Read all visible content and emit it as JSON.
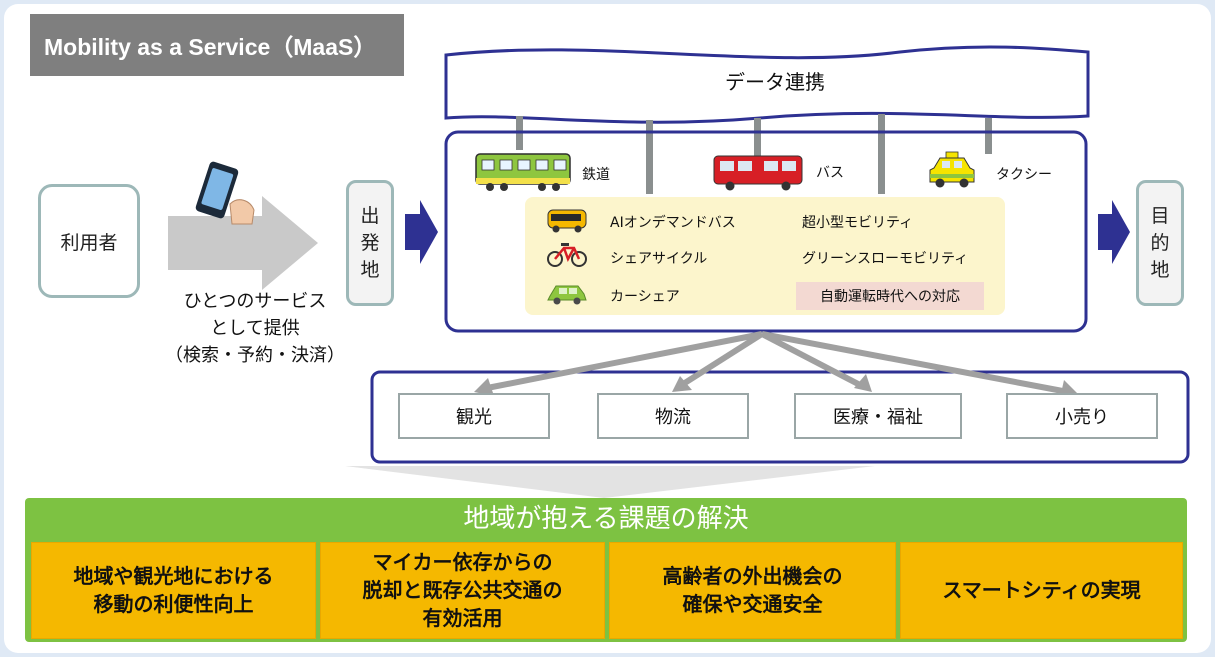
{
  "title": "Mobility as a Service（MaaS）",
  "user": {
    "label": "利用者"
  },
  "service": {
    "lines": [
      "ひとつのサービス",
      "として提供",
      "（検索・予約・決済）"
    ]
  },
  "origin": {
    "chars": [
      "出",
      "発",
      "地"
    ]
  },
  "destination": {
    "chars": [
      "目",
      "的",
      "地"
    ]
  },
  "data_link": {
    "label": "データ連携"
  },
  "modes": [
    {
      "label": "鉄道",
      "icon": "train-icon"
    },
    {
      "label": "バス",
      "icon": "bus-icon"
    },
    {
      "label": "タクシー",
      "icon": "taxi-icon"
    }
  ],
  "services": [
    {
      "label": "AIオンデマンドバス",
      "icon": "ai-bus-icon"
    },
    {
      "label": "超小型モビリティ"
    },
    {
      "label": "シェアサイクル",
      "icon": "bicycle-icon"
    },
    {
      "label": "グリーンスローモビリティ"
    },
    {
      "label": "カーシェア",
      "icon": "car-share-icon"
    }
  ],
  "auto_driving": {
    "label": "自動運転時代への対応"
  },
  "fields": [
    "観光",
    "物流",
    "医療・福祉",
    "小売り"
  ],
  "solution": {
    "title": "地域が抱える課題の解決",
    "issues": [
      [
        "地域や観光地における",
        "移動の利便性向上"
      ],
      [
        "マイカー依存からの",
        "脱却と既存公共交通の",
        "有効活用"
      ],
      [
        "高齢者の外出機会の",
        "確保や交通安全"
      ],
      [
        "スマートシティの実現"
      ]
    ]
  },
  "colors": {
    "title_bg": "#7f7f7f",
    "navy": "#2e3192",
    "teal_border": "#9db8b8",
    "yellow_panel": "#fcf5cc",
    "green": "#7dc242",
    "orange": "#f5b800",
    "badge_pink": "#f3d9d2"
  }
}
